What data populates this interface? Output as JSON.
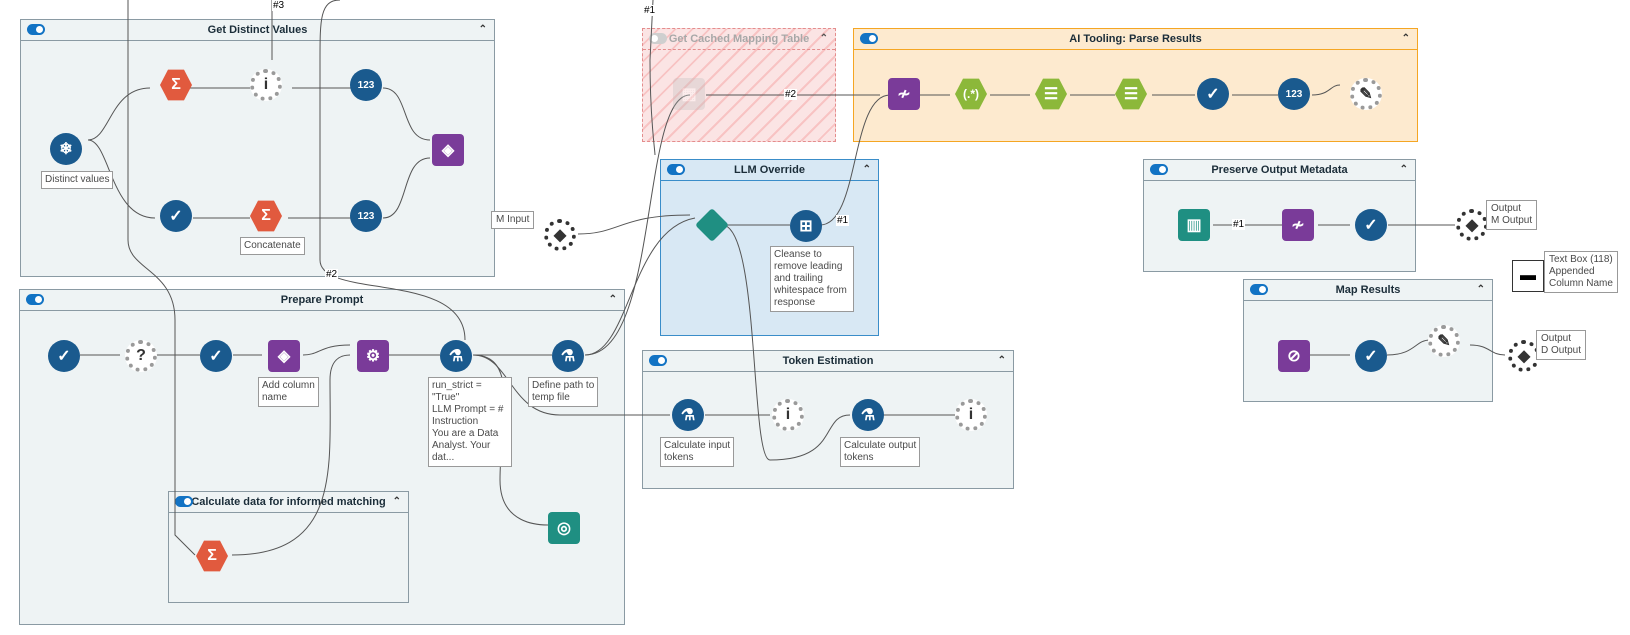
{
  "containers": {
    "distinct": {
      "title": "Get Distinct Values"
    },
    "prepare": {
      "title": "Prepare Prompt"
    },
    "calc": {
      "title": "Calculate data for informed matching"
    },
    "cached": {
      "title": "Get Cached Mapping Table"
    },
    "ai_tooling": {
      "title": "AI Tooling: Parse Results"
    },
    "llm": {
      "title": "LLM Override"
    },
    "token": {
      "title": "Token Estimation"
    },
    "metadata": {
      "title": "Preserve Output Metadata"
    },
    "map": {
      "title": "Map Results"
    }
  },
  "annotations": {
    "distinct_values": "Distinct values",
    "concatenate": "Concatenate",
    "add_column": "Add column\nname",
    "run_strict": "run_strict =\n\"True\"\nLLM Prompt = #\nInstruction\nYou are a Data\nAnalyst. Your\ndat...",
    "define_path": "Define path to\ntemp file",
    "cleanse": "Cleanse to\nremove leading\nand trailing\nwhitespace from\nresponse",
    "calc_input": "Calculate input\ntokens",
    "calc_output": "Calculate output\ntokens",
    "m_input": "M Input",
    "output_m": "Output\nM Output",
    "output_d": "Output\nD Output",
    "text_box": "Text Box (118)\nAppended\nColumn Name"
  },
  "wire_labels": {
    "w1": "#1",
    "w2": "#2",
    "w3": "#2",
    "w4": "#1",
    "w5": "#1",
    "w6": "#3"
  },
  "colors": {
    "summarize": "#e15a3e",
    "blue": "#1a5a8e",
    "purple": "#7a3b99",
    "green": "#8cb83a",
    "teal": "#1f8f82",
    "gray": "#a8a8a8",
    "container_bg": "#eef3f4",
    "ai_bg": "#fdeacf",
    "llm_bg": "#d8e8f4"
  }
}
